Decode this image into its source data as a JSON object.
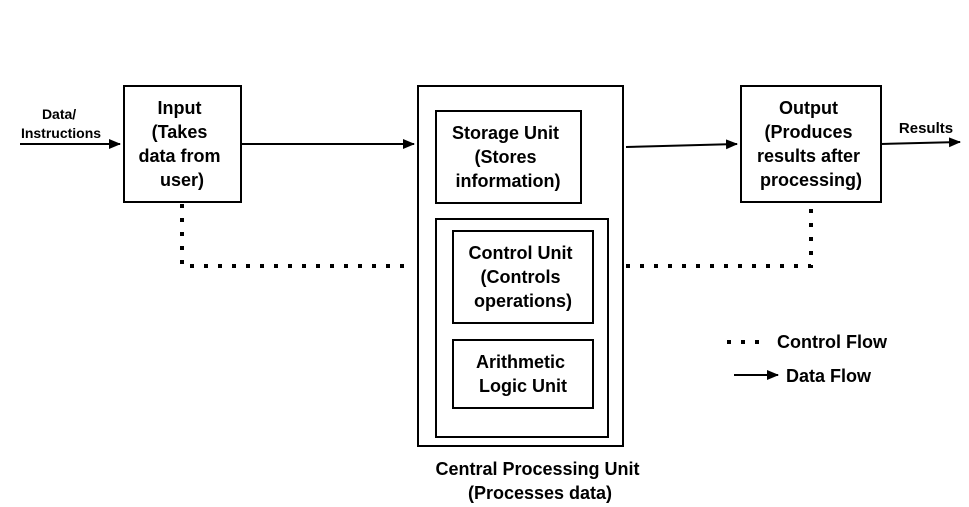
{
  "diagram": {
    "input_box": {
      "lines": [
        "Input",
        "(Takes",
        "data from",
        "user)"
      ]
    },
    "input_arrow_label": {
      "lines": [
        "Data/",
        "Instructions"
      ]
    },
    "storage_unit": {
      "lines": [
        "Storage Unit",
        "(Stores",
        "information)"
      ]
    },
    "control_unit": {
      "lines": [
        "Control Unit",
        "(Controls",
        "operations)"
      ]
    },
    "alu": {
      "lines": [
        "Arithmetic",
        "Logic Unit"
      ]
    },
    "cpu_caption": {
      "lines": [
        "Central Processing Unit",
        "(Processes data)"
      ]
    },
    "output_box": {
      "lines": [
        "Output",
        "(Produces",
        "results after",
        "processing)"
      ]
    },
    "results_label": "Results",
    "legend": {
      "control_flow": "Control Flow",
      "data_flow": "Data Flow"
    }
  }
}
